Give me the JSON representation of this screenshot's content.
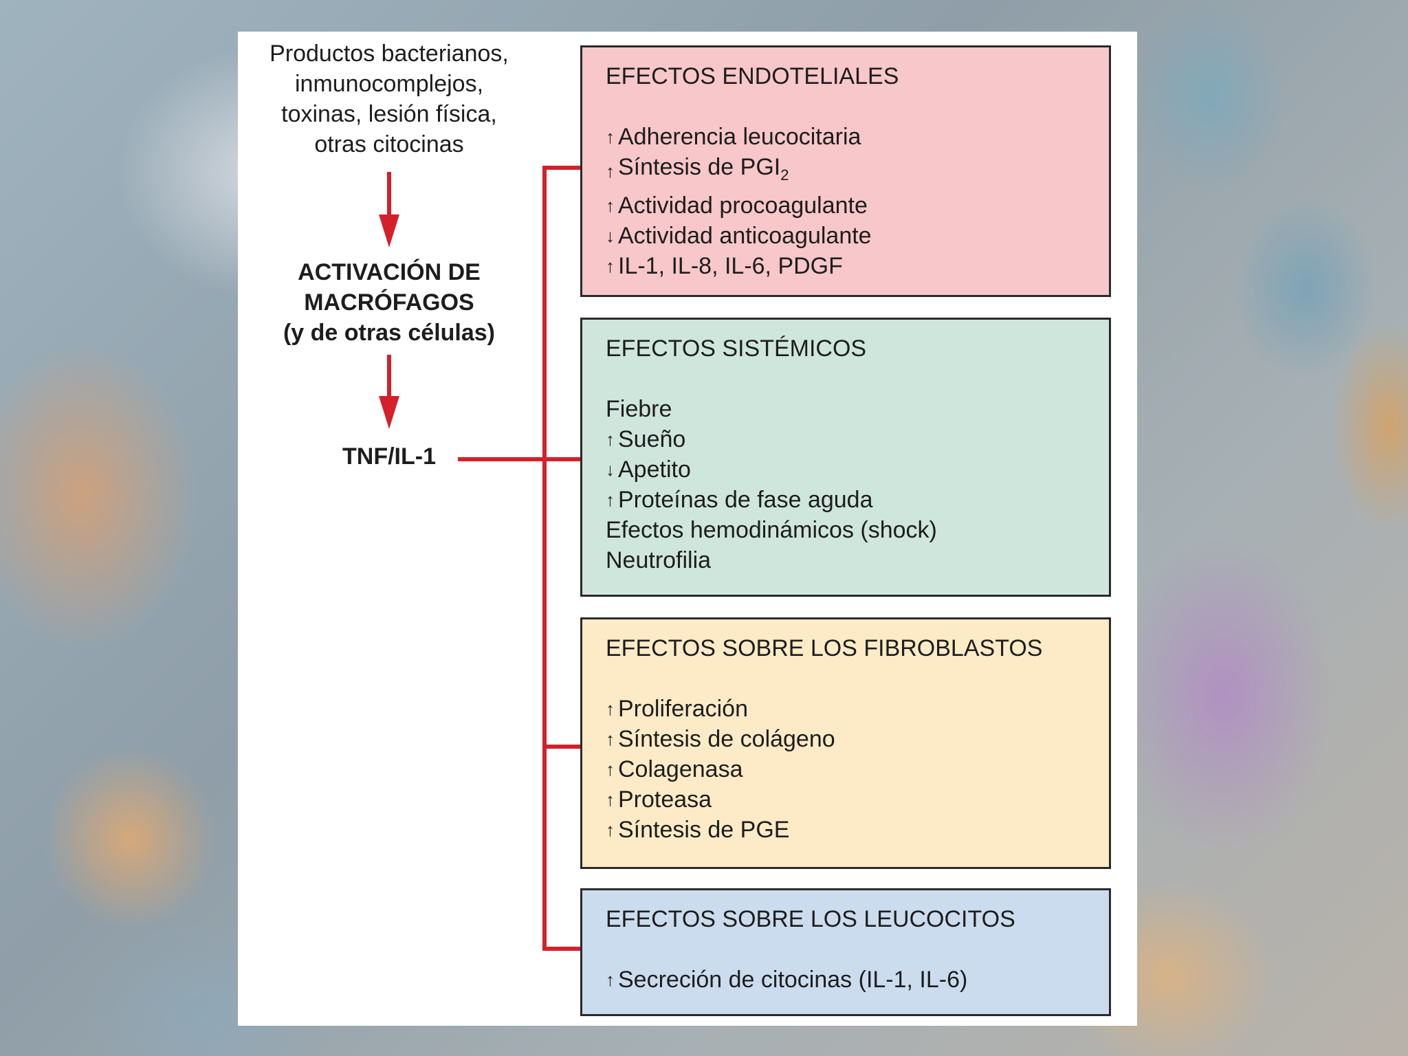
{
  "source": {
    "lines": [
      "Productos bacterianos,",
      "inmunocomplejos,",
      "toxinas, lesión física,",
      "otras citocinas"
    ]
  },
  "activation": {
    "lines": [
      "ACTIVACIÓN DE",
      "MACRÓFAGOS",
      "(y de otras células)"
    ]
  },
  "mediator": "TNF/IL-1",
  "colors": {
    "connector": "#d3202a",
    "endothelial": "#f7c7c9",
    "systemic": "#cfe6dd",
    "fibroblasts": "#fdebc7",
    "leukocytes": "#cbdcee"
  },
  "boxes": {
    "endothelial": {
      "title": "EFECTOS ENDOTELIALES",
      "items": [
        {
          "dir": "up",
          "text": "Adherencia leucocitaria"
        },
        {
          "dir": "up",
          "text": "Síntesis de PGI",
          "sub": "2"
        },
        {
          "dir": "up",
          "text": "Actividad procoagulante"
        },
        {
          "dir": "down",
          "text": "Actividad anticoagulante"
        },
        {
          "dir": "up",
          "text": "IL-1, IL-8, IL-6, PDGF"
        }
      ]
    },
    "systemic": {
      "title": "EFECTOS SISTÉMICOS",
      "items": [
        {
          "dir": "none",
          "text": "Fiebre"
        },
        {
          "dir": "up",
          "text": "Sueño"
        },
        {
          "dir": "down",
          "text": "Apetito"
        },
        {
          "dir": "up",
          "text": "Proteínas de fase aguda"
        },
        {
          "dir": "none",
          "text": "Efectos hemodinámicos (shock)"
        },
        {
          "dir": "none",
          "text": "Neutrofilia"
        }
      ]
    },
    "fibroblasts": {
      "title": "EFECTOS SOBRE LOS FIBROBLASTOS",
      "items": [
        {
          "dir": "up",
          "text": "Proliferación"
        },
        {
          "dir": "up",
          "text": "Síntesis de colágeno"
        },
        {
          "dir": "up",
          "text": "Colagenasa"
        },
        {
          "dir": "up",
          "text": "Proteasa"
        },
        {
          "dir": "up",
          "text": "Síntesis de PGE"
        }
      ]
    },
    "leukocytes": {
      "title": "EFECTOS SOBRE LOS LEUCOCITOS",
      "items": [
        {
          "dir": "up",
          "text": "Secreción de citocinas (IL-1, IL-6)"
        }
      ]
    }
  }
}
